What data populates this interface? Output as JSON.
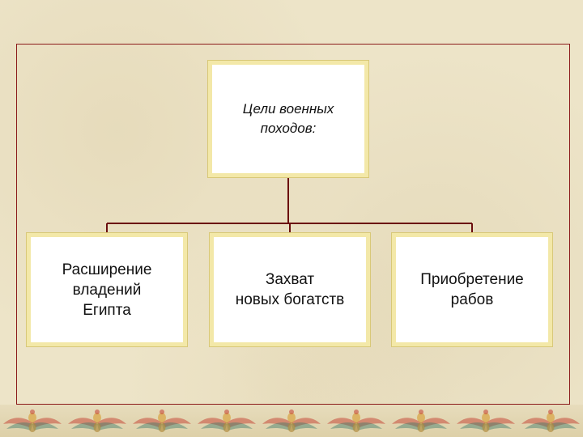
{
  "diagram": {
    "root": {
      "label": "Цели военных\nпоходов:"
    },
    "children": [
      {
        "label": "Расширение\nвладений\nЕгипта"
      },
      {
        "label": "Захват\nновых богатств"
      },
      {
        "label": "Приобретение\nрабов"
      }
    ]
  },
  "colors": {
    "frame": "#8b1a1a",
    "connector": "#6b0e0e",
    "box_border": "#f3e8a8",
    "background": "#ede4c8"
  },
  "footer": {
    "ornament": "egyptian-winged-scarab-icon"
  }
}
